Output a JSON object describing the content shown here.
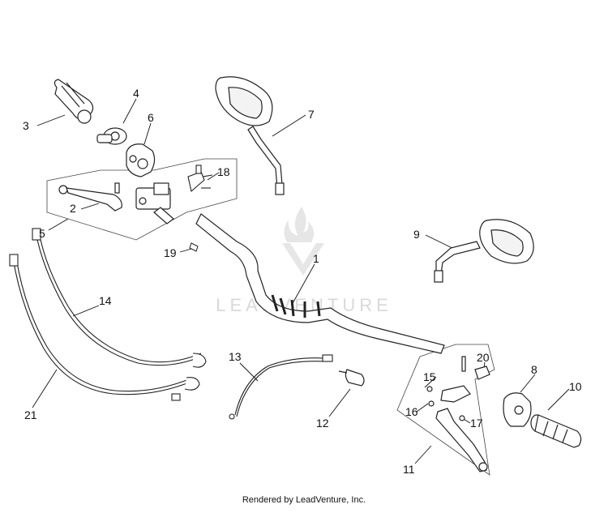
{
  "watermark": {
    "text": "LEADVENTURE"
  },
  "footer": {
    "text": "Rendered by LeadVenture, Inc."
  },
  "callouts": [
    {
      "id": "c1",
      "number": "1"
    },
    {
      "id": "c2",
      "number": "2"
    },
    {
      "id": "c3",
      "number": "3"
    },
    {
      "id": "c4",
      "number": "4"
    },
    {
      "id": "c5",
      "number": "5"
    },
    {
      "id": "c6",
      "number": "6"
    },
    {
      "id": "c7",
      "number": "7"
    },
    {
      "id": "c8",
      "number": "8"
    },
    {
      "id": "c9",
      "number": "9"
    },
    {
      "id": "c10",
      "number": "10"
    },
    {
      "id": "c11",
      "number": "11"
    },
    {
      "id": "c12",
      "number": "12"
    },
    {
      "id": "c13",
      "number": "13"
    },
    {
      "id": "c14",
      "number": "14"
    },
    {
      "id": "c15",
      "number": "15"
    },
    {
      "id": "c16",
      "number": "16"
    },
    {
      "id": "c17",
      "number": "17"
    },
    {
      "id": "c18",
      "number": "18"
    },
    {
      "id": "c19",
      "number": "19"
    },
    {
      "id": "c20",
      "number": "20"
    },
    {
      "id": "c21",
      "number": "21"
    }
  ]
}
